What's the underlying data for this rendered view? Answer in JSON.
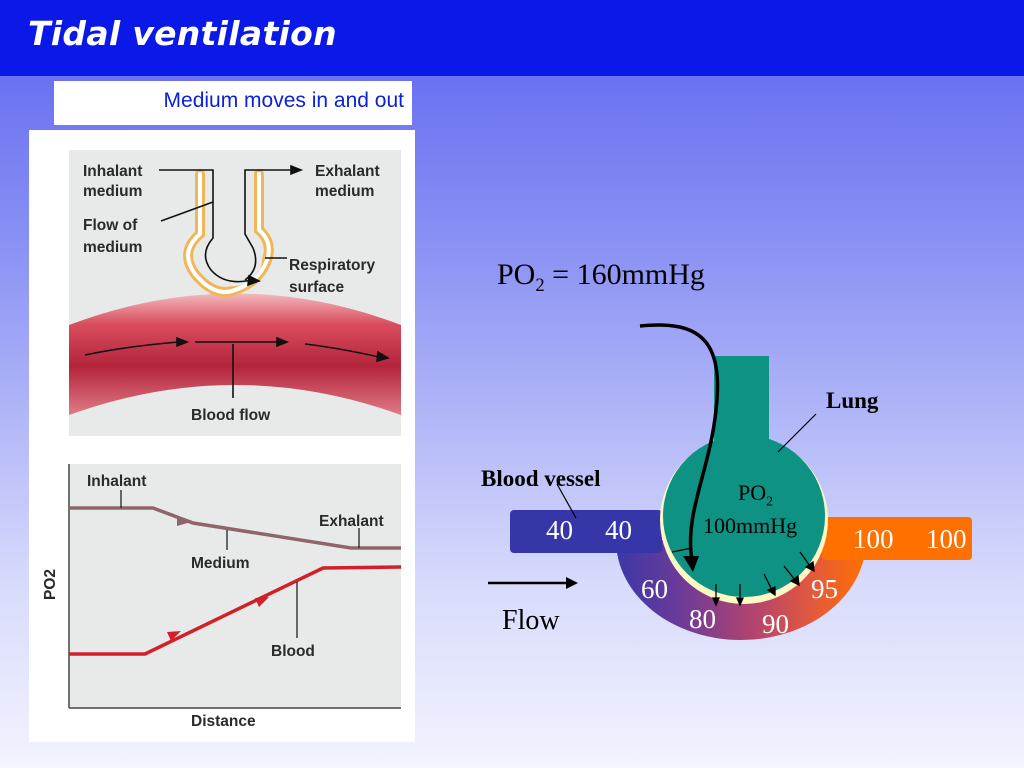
{
  "header": {
    "title": "Tidal ventilation"
  },
  "subtitle": "Medium moves in and out",
  "figure_top": {
    "inhalant": [
      "Inhalant",
      "medium"
    ],
    "exhalant": [
      "Exhalant",
      "medium"
    ],
    "flow_of_medium": [
      "Flow of",
      "medium"
    ],
    "respiratory": [
      "Respiratory",
      "surface"
    ],
    "blood_flow": "Blood flow"
  },
  "figure_graph": {
    "y_axis": "PO2",
    "x_axis": "Distance",
    "inhalant": "Inhalant",
    "exhalant": "Exhalant",
    "medium": "Medium",
    "blood": "Blood"
  },
  "diagram": {
    "po2_outside_prefix": "PO",
    "po2_outside_sub": "2",
    "po2_outside_value": " = 160mmHg",
    "lung_label": "Lung",
    "vessel_label": "Blood vessel",
    "po2_inside_prefix": "PO",
    "po2_inside_sub": "2",
    "po2_inside_value": "100mmHg",
    "flow_label": "Flow",
    "values": {
      "in_1": "40",
      "in_2": "40",
      "v60": "60",
      "v80": "80",
      "v90": "90",
      "v95": "95",
      "out_1": "100",
      "out_2": "100"
    }
  },
  "colors": {
    "title_bar": "#0a18e8",
    "lung": "#0e9284",
    "vessel_in": "#3636a8",
    "vessel_out": "#ff7000",
    "membrane": "#fdf7c4"
  }
}
